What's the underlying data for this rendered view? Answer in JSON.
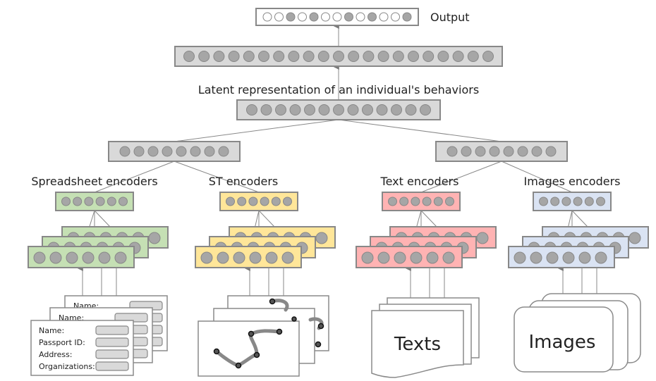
{
  "diagram": {
    "output": {
      "label": "Output",
      "pattern": [
        0,
        0,
        1,
        0,
        1,
        0,
        0,
        1,
        0,
        1,
        0,
        0,
        1
      ]
    },
    "hidden_top": {
      "node_count": 21
    },
    "latent": {
      "label": "Latent representation of an individual's behaviors",
      "node_count": 13
    },
    "fusion_left": {
      "node_count": 8
    },
    "fusion_right": {
      "node_count": 8
    },
    "encoders": [
      {
        "id": "spreadsheet",
        "label": "Spreadsheet encoders",
        "color": "#c5e0b4",
        "node_count": 6,
        "input_type": "form",
        "form_fields": [
          "Name:",
          "Passport ID:",
          "Address:",
          "Organizations:"
        ],
        "back_form_label": "Name:"
      },
      {
        "id": "st",
        "label": "ST encoders",
        "color": "#ffe699",
        "node_count": 6,
        "input_type": "trajectory"
      },
      {
        "id": "text",
        "label": "Text encoders",
        "color": "#ffb3b3",
        "node_count": 6,
        "input_type": "document",
        "input_label": "Texts"
      },
      {
        "id": "images",
        "label": "Images encoders",
        "color": "#dae3f3",
        "node_count": 6,
        "input_type": "image",
        "input_label": "Images"
      }
    ],
    "colors": {
      "layer_fill": "#d9d9d9",
      "node_fill": "#a6a6a6",
      "output_filled": "#a6a6a6",
      "output_empty": "#ffffff",
      "border": "#888888"
    }
  }
}
